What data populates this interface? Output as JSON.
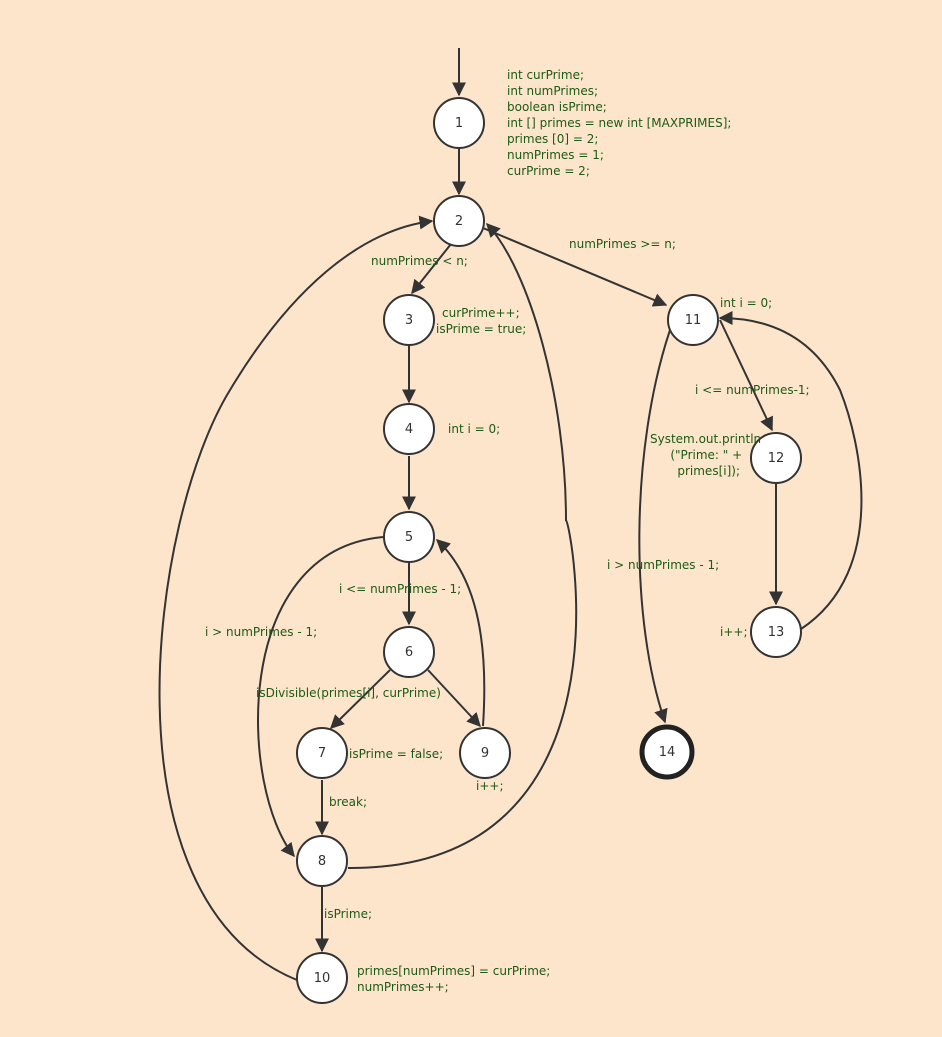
{
  "colors": {
    "background": "#fde5cc",
    "node_stroke": "#333333",
    "annotation_text": "#1d5a16"
  },
  "nodes": {
    "n1": "1",
    "n2": "2",
    "n3": "3",
    "n4": "4",
    "n5": "5",
    "n6": "6",
    "n7": "7",
    "n8": "8",
    "n9": "9",
    "n10": "10",
    "n11": "11",
    "n12": "12",
    "n13": "13",
    "n14": "14"
  },
  "annotations": {
    "init": [
      "int curPrime;",
      "int numPrimes;",
      "boolean isPrime;",
      "int [] primes = new int [MAXPRIMES];",
      "primes [0] = 2;",
      "numPrimes = 1;",
      "curPrime = 2;"
    ],
    "cond_lt_n": "numPrimes < n;",
    "cond_ge_n": "numPrimes >= n;",
    "node3": [
      "curPrime++;",
      "isPrime = true;"
    ],
    "node4": "int i = 0;",
    "cond_i_le": "i <= numPrimes - 1;",
    "cond_i_gt": "i > numPrimes - 1;",
    "cond_divisible": "isDivisible(primes[i], curPrime)",
    "node7": "isPrime = false;",
    "node9": "i++;",
    "break": "break;",
    "is_prime": "isPrime;",
    "node10": [
      "primes[numPrimes] = curPrime;",
      "numPrimes++;"
    ],
    "node11": "int i = 0;",
    "cond_i_le_right": "i <= numPrimes-1;",
    "node12": [
      "System.out.println",
      "(\"Prime: \" +",
      "primes[i]);"
    ],
    "cond_i_gt_right": "i > numPrimes - 1;",
    "node13": "i++;"
  }
}
